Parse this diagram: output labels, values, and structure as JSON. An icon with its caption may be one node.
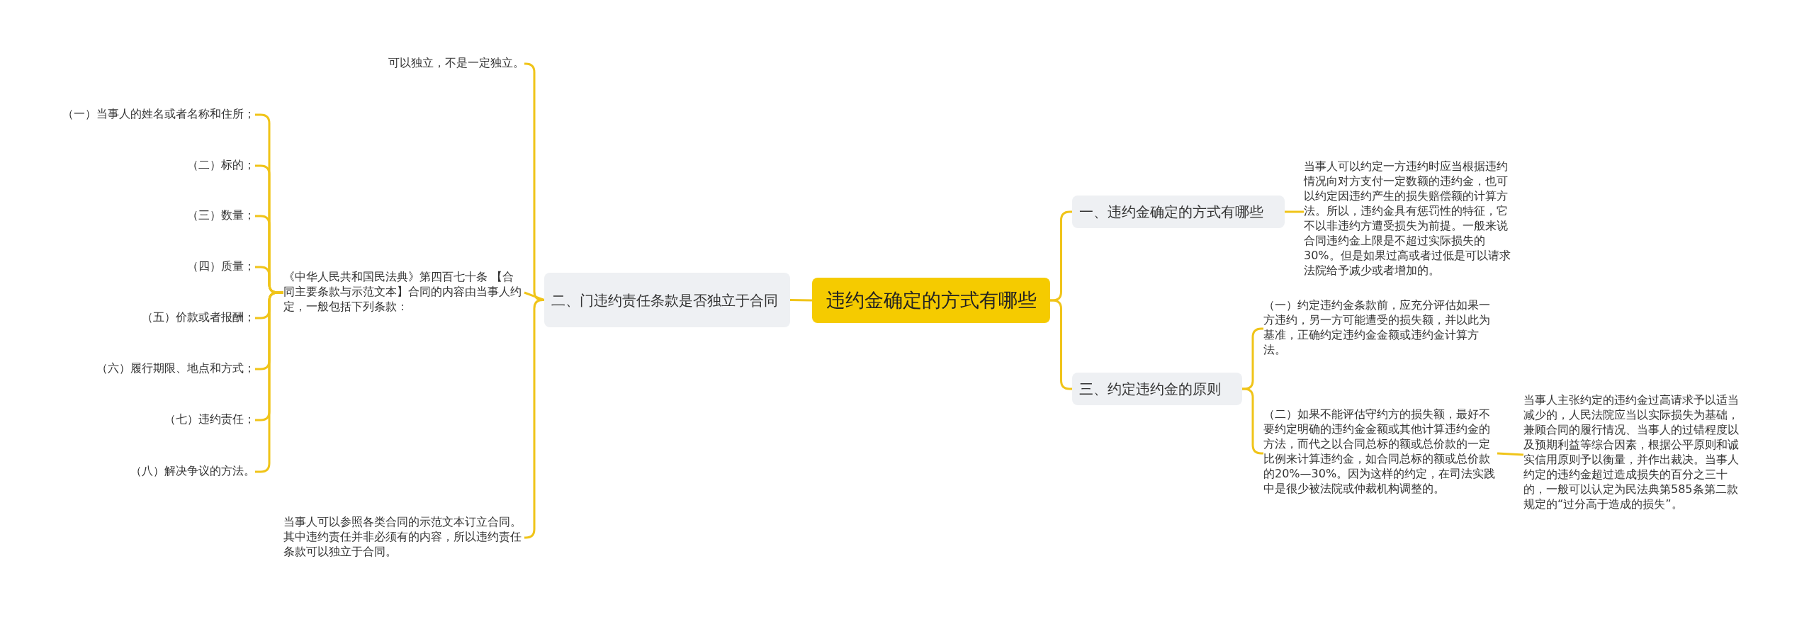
{
  "diagram": {
    "nodes": [
      {
        "text": [
          "违约金确定的方式有哪些"
        ]
      },
      {
        "text": [
          "一、违约金确定的方式有哪些"
        ]
      },
      {
        "text": [
          "当事人可以约定一方违约时应当根据违约情况向对方支付一定数额的违约金，也可以约定因违约产生的损失赔偿额的计算方法。所以，违约金具有惩罚性的特征，它不以非违约方遭受损失为前提。一般来说合同违约金上限是不超过实际损失的30%。但是如果过高或者过低是可以请求法院给予减少或者增加的。"
        ]
      },
      {
        "text": [
          "三、约定违约金的原则"
        ]
      },
      {
        "text": [
          "（一）约定违约金条款前，应充分评估如果一方违约，另一方可能遭受的损失额，并以此为基准，正确约定违约金金额或违约金计算方法。"
        ]
      },
      {
        "text": [
          "（二）如果不能评估守约方的损失额，最好不要约定明确的违约金金额或其他计算违约金的方法，而代之以合同总标的额或总价款的一定比例来计算违约金，如合同总标的额或总价款的20%—30%。因为这样的约定，在司法实践中是很少被法院或仲裁机构调整的。"
        ]
      },
      {
        "text": [
          "当事人主张约定的违约金过高请求予以适当减少的，人民法院应当以实际损失为基础，兼顾合同的履行情况、当事人的过错程度以及预期利益等综合因素，根据公平原则和诚实信用原则予以衡量，并作出裁决。当事人约定的违约金超过造成损失的百分之三十的，一般可以认定为民法典第585条第二款规定的“过分高于造成的损失”。"
        ]
      },
      {
        "text": [
          "二、门违约责任条款是否独立于合同"
        ]
      },
      {
        "text": [
          "可以独立，不是一定独立。"
        ]
      },
      {
        "text": [
          "《中华人民共和国民法典》第四百七十条 【合同主要条款与示范文本】合同的内容由当事人约定，一般包括下列条款："
        ]
      },
      {
        "text": [
          "（一）当事人的姓名或者名称和住所；"
        ]
      },
      {
        "text": [
          "（二）标的；"
        ]
      },
      {
        "text": [
          "（三）数量；"
        ]
      },
      {
        "text": [
          "（四）质量；"
        ]
      },
      {
        "text": [
          "（五）价款或者报酬；"
        ]
      },
      {
        "text": [
          "（六）履行期限、地点和方式；"
        ]
      },
      {
        "text": [
          "（七）违约责任；"
        ]
      },
      {
        "text": [
          "（八）解决争议的方法。"
        ]
      },
      {
        "text": [
          "当事人可以参照各类合同的示范文本订立合同。其中违约责任并非必须有的内容，所以违约责任条款可以独立于合同。"
        ]
      }
    ],
    "edges": [
      {
        "from": 0,
        "to": 1,
        "arrow": "none"
      },
      {
        "from": 0,
        "to": 3,
        "arrow": "none"
      },
      {
        "from": 0,
        "to": 7,
        "arrow": "none"
      },
      {
        "from": 1,
        "to": 2,
        "arrow": "none"
      },
      {
        "from": 3,
        "to": 4,
        "arrow": "none"
      },
      {
        "from": 3,
        "to": 5,
        "arrow": "none"
      },
      {
        "from": 5,
        "to": 6,
        "arrow": "none"
      },
      {
        "from": 7,
        "to": 8,
        "arrow": "none"
      },
      {
        "from": 7,
        "to": 9,
        "arrow": "none"
      },
      {
        "from": 7,
        "to": 18,
        "arrow": "none"
      },
      {
        "from": 9,
        "to": 10,
        "arrow": "none"
      },
      {
        "from": 9,
        "to": 11,
        "arrow": "none"
      },
      {
        "from": 9,
        "to": 12,
        "arrow": "none"
      },
      {
        "from": 9,
        "to": 13,
        "arrow": "none"
      },
      {
        "from": 9,
        "to": 14,
        "arrow": "none"
      },
      {
        "from": 9,
        "to": 15,
        "arrow": "none"
      },
      {
        "from": 9,
        "to": 16,
        "arrow": "none"
      },
      {
        "from": 9,
        "to": 17,
        "arrow": "none"
      }
    ]
  }
}
